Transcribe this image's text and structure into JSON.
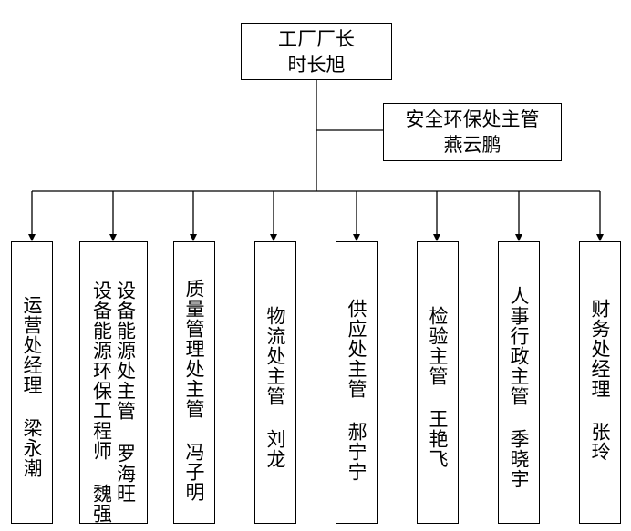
{
  "top": {
    "title": "工厂厂长",
    "name": "时长旭"
  },
  "side": {
    "title": "安全环保处主管",
    "name": "燕云鹏"
  },
  "departments": [
    {
      "lines": [
        "运营处经理  梁永潮"
      ]
    },
    {
      "lines": [
        "设备能源处主管  罗海旺",
        "设备能源环保工程师  魏强"
      ]
    },
    {
      "lines": [
        "质量管理处主管  冯子明"
      ]
    },
    {
      "lines": [
        "物流处主管  刘龙"
      ]
    },
    {
      "lines": [
        "供应处主管  郝宁宁"
      ]
    },
    {
      "lines": [
        "检验主管  王艳飞"
      ]
    },
    {
      "lines": [
        "人事行政主管  季晓宇"
      ]
    },
    {
      "lines": [
        "财务处经理  张玲"
      ]
    }
  ]
}
